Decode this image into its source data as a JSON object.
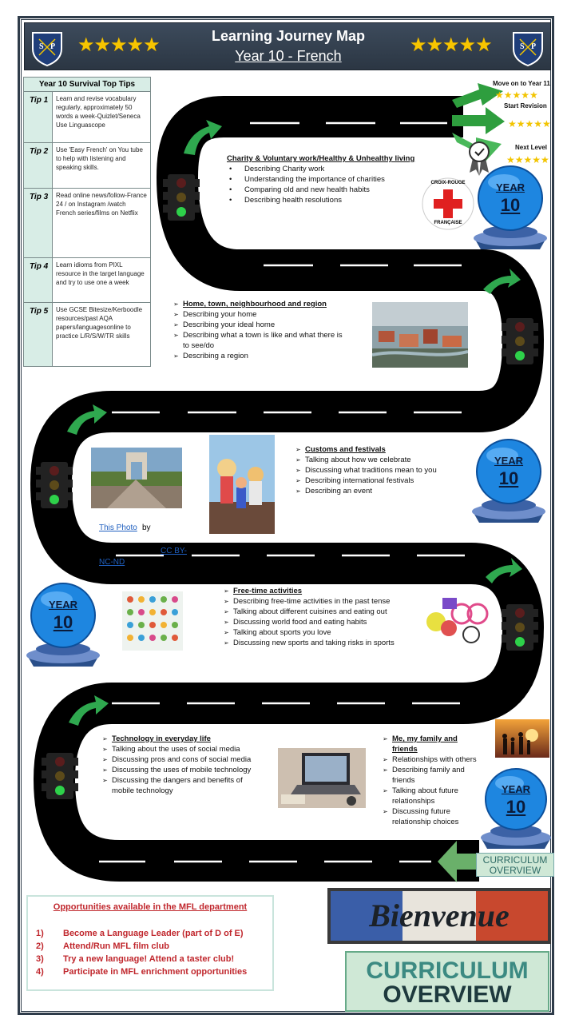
{
  "header": {
    "title": "Learning Journey Map",
    "subtitle": "Year 10 - French",
    "stars": "★★★★★",
    "shield_text": "S P"
  },
  "tips": {
    "title": "Year 10 Survival Top Tips",
    "items": [
      {
        "label": "Tip 1",
        "text": "Learn and revise vocabulary regularly, approximately 50 words a week-Quizlet/Seneca Use Linguascope"
      },
      {
        "label": "Tip 2",
        "text": "Use 'Easy French' on You tube to help with listening and speaking skills."
      },
      {
        "label": "Tip 3",
        "text": "Read online news/follow-France 24 / on Instagram /watch French series/films on Netflix"
      },
      {
        "label": "Tip 4",
        "text": "Learn idioms from PIXL resource in the target language and try to use one a week"
      },
      {
        "label": "Tip 5",
        "text": "Use GCSE Bitesize/Kerboodle resources/past AQA papers/languagesonline to practice L/R/S/W/TR skills"
      }
    ]
  },
  "progress": {
    "year11": "Move on to Year 11",
    "revision": "Start Revision",
    "next": "Next Level",
    "stars": "★★★★★"
  },
  "year_badge": {
    "year": "YEAR",
    "num": "10"
  },
  "red_cross": {
    "top": "CROIX-ROUGE",
    "bottom": "FRANÇAISE"
  },
  "topics": {
    "charity": {
      "heading": "Charity & Voluntary work/Healthy & Unhealthy living",
      "items": [
        "Describing Charity work",
        "Understanding the importance of charities",
        "Comparing old and new health habits",
        "Describing health resolutions"
      ]
    },
    "home": {
      "heading": "Home, town, neighbourhood and region",
      "items": [
        "Describing your home",
        "Describing your ideal home",
        "Describing what a town is like and what there is to see/do",
        "Describing a region"
      ]
    },
    "customs": {
      "heading": "Customs and festivals",
      "items": [
        "Talking about how we celebrate",
        "Discussing what traditions mean to you",
        "Describing international festivals",
        "Describing an event"
      ]
    },
    "freetime": {
      "heading": "Free-time activities",
      "items": [
        "Describing free-time activities in the past tense",
        "Talking about different cuisines and eating out",
        "Discussing world food and eating habits",
        "Talking about sports you love",
        "Discussing new sports and taking risks in sports"
      ]
    },
    "technology": {
      "heading": "Technology in everyday life",
      "items": [
        "Talking about the uses of social media",
        "Discussing pros and cons of social media",
        "Discussing the uses of mobile technology",
        "Discussing the dangers and benefits of mobile technology"
      ]
    },
    "family": {
      "heading": "Me, my family and friends",
      "items": [
        "Relationships with others",
        "Describing family and friends",
        "Talking about future relationships",
        "Discussing future relationship choices"
      ]
    }
  },
  "attribution": {
    "photo": "This Photo",
    "by": "by",
    "license1": "CC BY-",
    "license2": "NC-ND"
  },
  "opportunities": {
    "title": "Opportunities available in the MFL department",
    "items": [
      {
        "num": "1)",
        "text": "Become a Language Leader (part of D of E)"
      },
      {
        "num": "2)",
        "text": "Attend/Run MFL film club"
      },
      {
        "num": "3)",
        "text": "Try a new language! Attend a taster club!"
      },
      {
        "num": "4)",
        "text": "Participate in MFL enrichment opportunities"
      }
    ]
  },
  "curriculum": {
    "line1": "CURRICULUM",
    "line2": "OVERVIEW"
  },
  "bienvenue": "Bienvenue"
}
